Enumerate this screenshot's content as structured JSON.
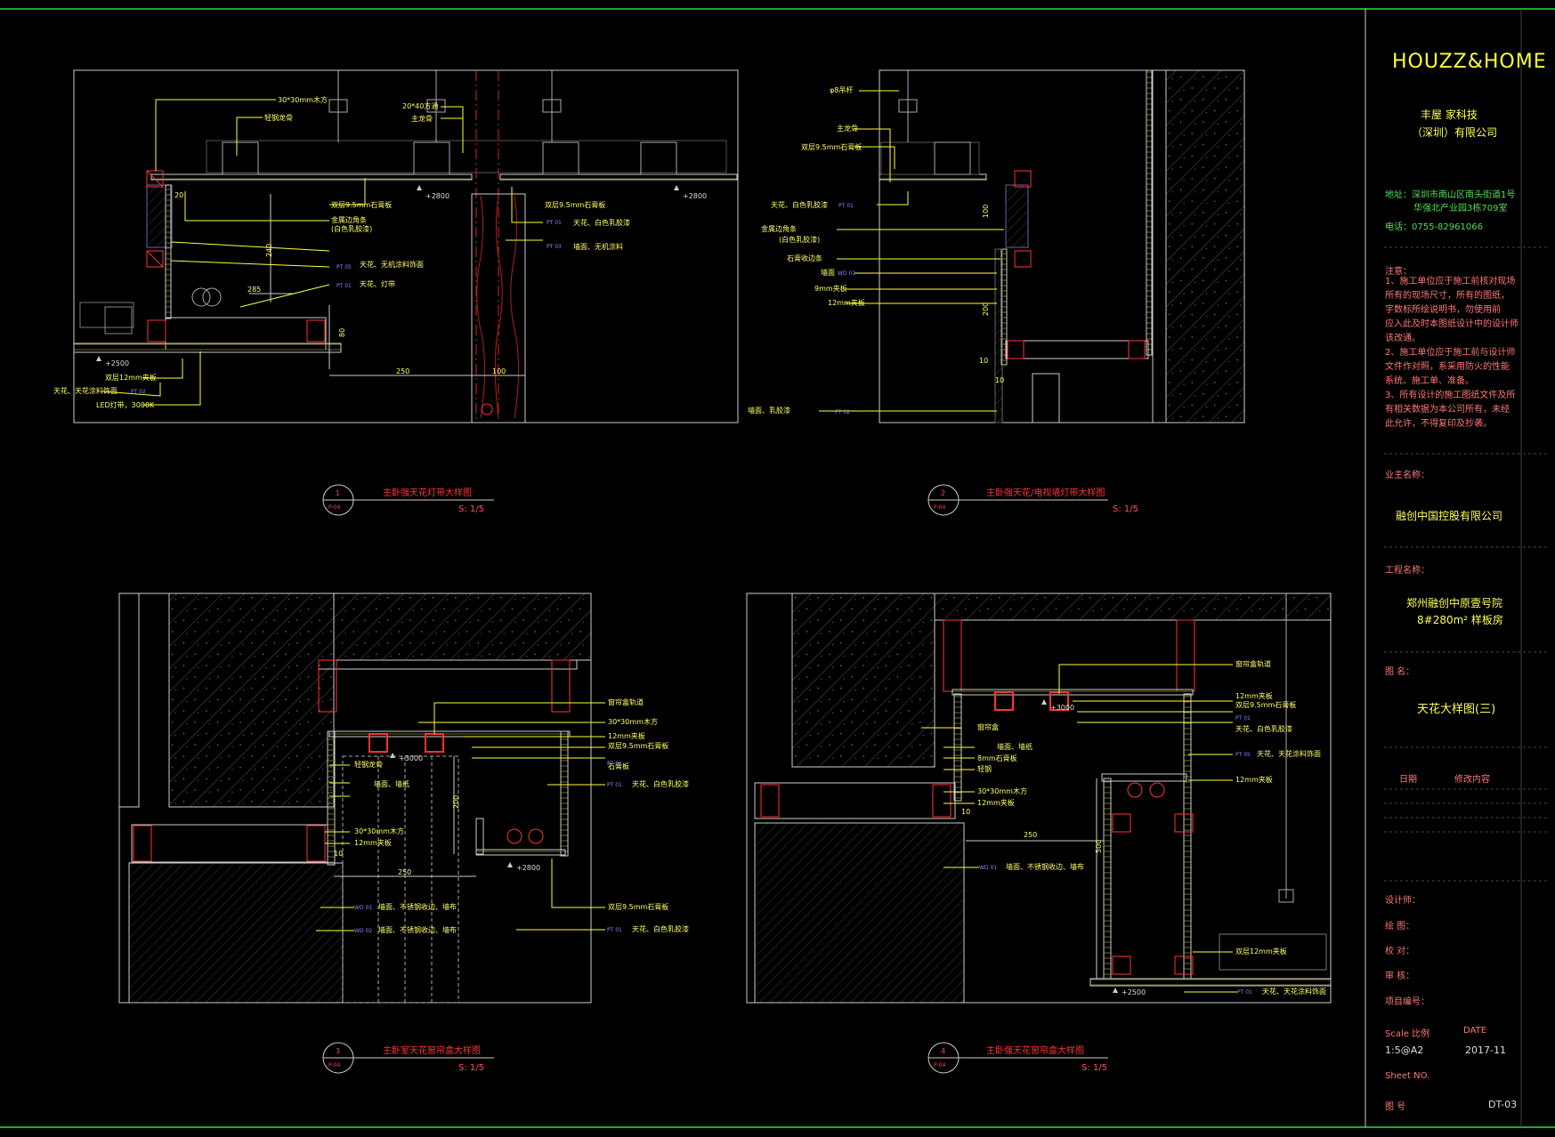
{
  "title_block": {
    "brand": "HOUZZ&HOME",
    "company_line1": "丰屋 家科技",
    "company_line2": "（深圳）有限公司",
    "address_line1": "地址：深圳市南山区南头街道1号",
    "address_line2": "华强北产业园3栋709室",
    "phone": "电话：0755-82961066",
    "notes_title": "注意：",
    "notes": [
      "1、施工单位应于施工前核对现场",
      "所有的现场尺寸，所有的图纸，",
      "字数标所绘说明书，勿使用前",
      "应入此及时本图纸设计中的设计师",
      "该改通。",
      "2、施工单位应于施工前与设计师",
      "文件作对照，系采用防火的性能",
      "系统、施工单、准备。",
      "3、所有设计的施工图纸文件及所",
      "有相关数据为本公司所有，未经",
      "此允许，不得复印及抄袭。"
    ],
    "owner_label": "业主名称：",
    "owner_value": "融创中国控股有限公司",
    "project_label": "工程名称：",
    "project_line1": "郑州融创中原壹号院",
    "project_line2": "8#280m² 样板房",
    "drawing_label": "图  名：",
    "drawing_name": "天花大样图(三)",
    "revision_date_label": "日期",
    "revision_content_label": "修改内容",
    "designer_label": "设计师：",
    "drafter_label": "绘  图：",
    "checker_label": "校  对：",
    "reviewer_label": "审  核：",
    "project_no_label": "项目编号：",
    "scale_label": "Scale  比例",
    "date_label": "DATE",
    "scale_value": "1:5@A2",
    "date_value": "2017-11",
    "sheet_label": "Sheet NO.",
    "sheet_no_label": "图  号",
    "sheet_value": "DT-03"
  },
  "details": [
    {
      "number": "1",
      "ref": "P-04",
      "title": "主卧强天花灯带大样图",
      "scale": "S: 1/5"
    },
    {
      "number": "2",
      "ref": "P-04",
      "title": "主卧强天花/电视墙灯带大样图",
      "scale": "S: 1/5"
    },
    {
      "number": "3",
      "ref": "P-04",
      "title": "主卧室天花窗帘盒大样图",
      "scale": "S: 1/5"
    },
    {
      "number": "4",
      "ref": "P-04",
      "title": "主卧强天花窗帘盒大样图",
      "scale": "S: 1/5"
    }
  ],
  "labels_d1": {
    "l1": "30*30mm木方",
    "l2": "轻钢龙骨",
    "l3": "20*40方通",
    "l4": "主龙骨",
    "l5": "双层9.5mm石膏板",
    "l6": "金属边角条",
    "l7": "(白色乳胶漆)",
    "l8": "双层9.5mm石膏板",
    "l9": "天花、白色乳胶漆",
    "l10": "墙面、无机涂料",
    "l11": "天花、无机涂料饰面",
    "l12": "天花、灯带",
    "l13": "双层12mm夹板",
    "l14": "天花、天花涂料饰面",
    "l15": "LED灯带，3000K",
    "d1": "20",
    "d2": "240",
    "d3": "285",
    "d4": "80",
    "d5": "250",
    "d6": "100",
    "e1": "+2800",
    "e2": "+2800",
    "e3": "+2500",
    "tag1": "PT 01",
    "tag2": "PT 03",
    "tag3": "PT 05",
    "tag4": "PT 01",
    "tag5": "PT 02"
  },
  "labels_d2": {
    "l1": "φ8吊杆",
    "l2": "主龙骨",
    "l3": "双层9.5mm石膏板",
    "l4": "天花、白色乳胶漆",
    "l5": "金属边角条",
    "l6": "(白色乳胶漆)",
    "l7": "石膏收边条",
    "l8": "墙面",
    "l9": "9mm夹板",
    "l10": "12mm夹板",
    "l11": "墙面、乳胶漆",
    "d1": "100",
    "d2": "200",
    "d3": "10",
    "d4": "10",
    "tag1": "PT 01",
    "tag2": "WD 01",
    "tag3": "PT 02"
  },
  "labels_d3": {
    "l1": "窗帘盒轨道",
    "l2": "30*30mm木方",
    "l3": "12mm夹板",
    "l4": "双层9.5mm石膏板",
    "l5": "石膏板",
    "l6": "天花、白色乳胶漆",
    "l7": "轻钢龙骨",
    "l8": "墙面、墙纸",
    "l9": "30*30mm木方",
    "l10": "12mm夹板",
    "l11": "双层9.5mm石膏板",
    "l12": "天花、白色乳胶漆",
    "l13": "墙面、不锈钢收边、墙布",
    "l14": "墙面、不锈钢收边、墙布",
    "d1": "200",
    "d2": "250",
    "d3": "10",
    "e1": "+3000",
    "e2": "+2800",
    "tag1": "PT 01",
    "tag2": "PT 01",
    "tag3": "PT 01",
    "tag4": "WD 01",
    "tag5": "WD 02"
  },
  "labels_d4": {
    "l1": "窗帘盒轨道",
    "l2": "12mm夹板",
    "l3": "双层9.5mm石膏板",
    "l4": "天花、白色乳胶漆",
    "l5": "天花、天花涂料饰面",
    "l6": "12mm夹板",
    "l7": "窗帘盒",
    "l8": "墙面、墙纸",
    "l9": "8mm石膏板",
    "l10": "轻钢",
    "l11": "30*30mm木方",
    "l12": "12mm夹板",
    "l13": "墙面、不锈钢收边、墙布",
    "l14": "双层12mm夹板",
    "l15": "天花、天花涂料饰面",
    "d1": "250",
    "d2": "500",
    "d3": "10",
    "e1": "+3000",
    "e2": "+2500",
    "tag1": "PT 01",
    "tag2": "PT 05",
    "tag3": "WD 01",
    "tag4": "PT 01"
  }
}
